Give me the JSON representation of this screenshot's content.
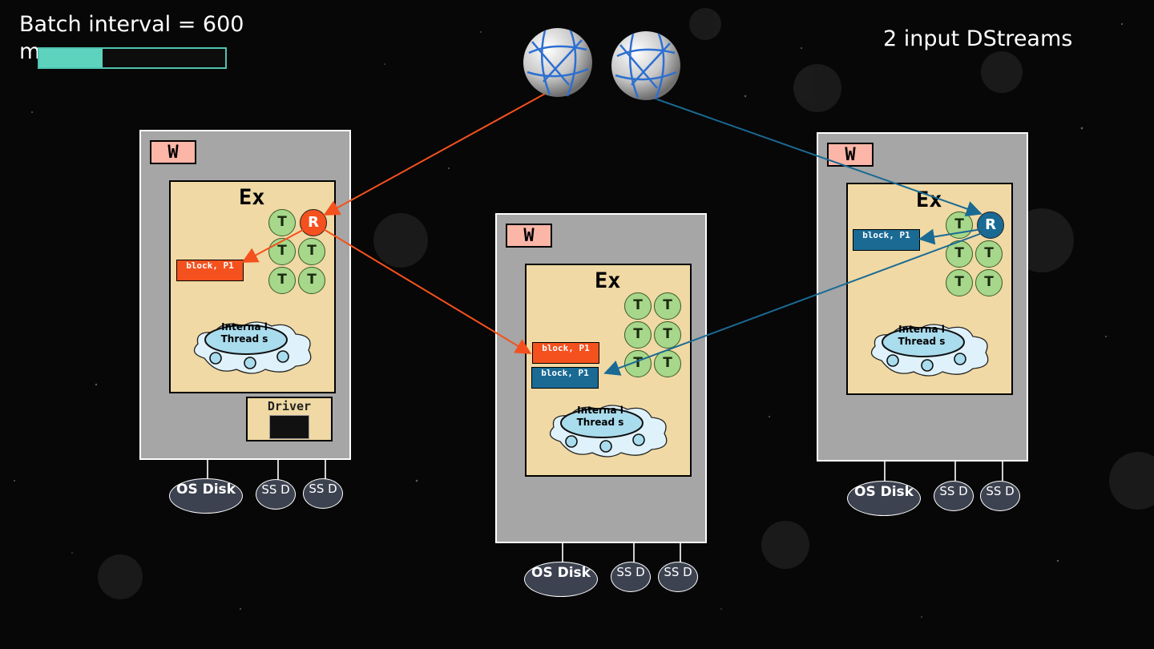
{
  "header": {
    "batch_interval": "Batch interval = 600 m",
    "progress_fraction": 0.34,
    "input_dstreams": "2 input DStreams"
  },
  "labels": {
    "worker": "W",
    "executor": "Ex",
    "task": "T",
    "receiver": "R",
    "block": "block, P1",
    "thread": "Interna l Thread s",
    "driver": "Driver",
    "os_disk": "OS Disk",
    "ssd": "SS D"
  },
  "colors": {
    "stream_orange": "#f4511e",
    "stream_blue": "#1a6a94",
    "worker_bg": "#a6a6a6",
    "executor_bg": "#f0d9a4",
    "task_green": "#a7d78a",
    "worker_label_bg": "#fbb6a8",
    "progress": "#5dd3be"
  },
  "icons": [
    "data-source-globe-icon",
    "data-source-globe-icon",
    "driver-terminal-icon"
  ]
}
